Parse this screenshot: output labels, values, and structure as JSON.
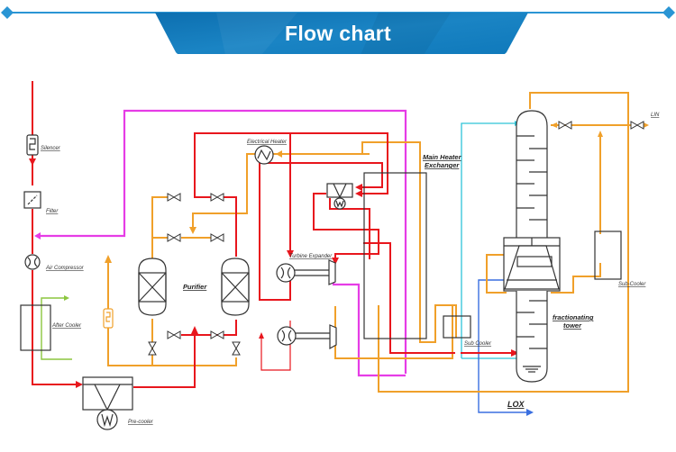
{
  "header": {
    "title": "Flow chart",
    "colors": {
      "banner": "#1a84c4",
      "banner_dark": "#0d6fb0",
      "accent_line": "#2a95d4"
    }
  },
  "line_colors": {
    "air_feed": "#e8161d",
    "regeneration_gas": "#f0a02a",
    "waste_gas": "#e63ce6",
    "cooling_water": "#8cc63f",
    "liquid_air": "#2ec4d8",
    "lox": "#3a6fe0",
    "equipment": "#333333"
  },
  "labels": {
    "silencer": "Silencer",
    "filter": "Filter",
    "air_compressor": "Air Compressor",
    "after_cooler": "After Cooler",
    "pre_cooler": "Pre-cooler",
    "purifier": "Purifier",
    "electrical_heater": "Electrical Heater",
    "turbine_expander": "Turbine Expander",
    "main_heater_exchanger_1": "Main Heater",
    "main_heater_exchanger_2": "Exchanger",
    "sub_cooler_left": "Sub Cooler",
    "sub_cooler_right": "Sub-Cooler",
    "fractionating_tower_1": "fractionating",
    "fractionating_tower_2": "tower",
    "lin": "LIN",
    "lox": "LOX"
  }
}
